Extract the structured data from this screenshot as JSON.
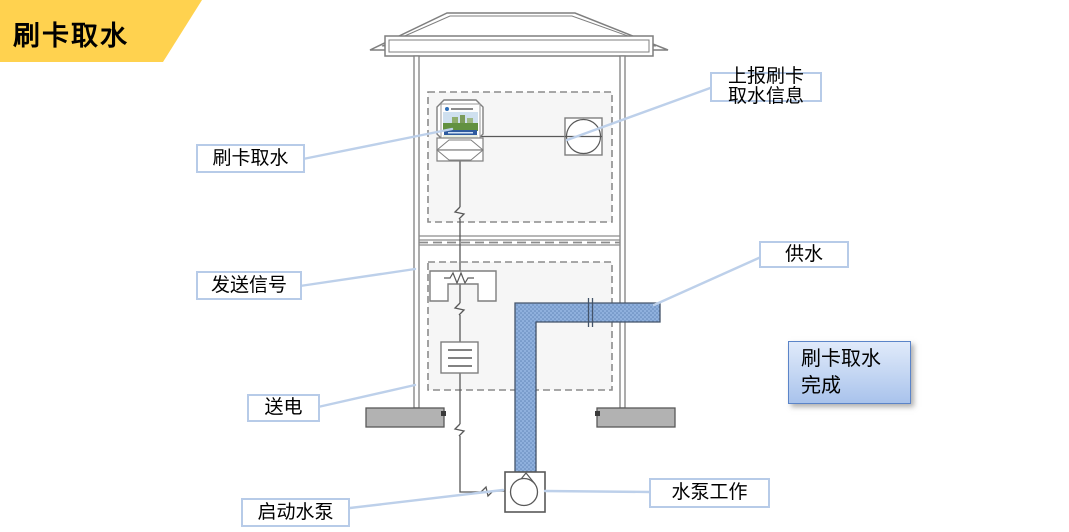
{
  "banner": {
    "title": "刷卡取水"
  },
  "diagram": {
    "callouts": [
      {
        "id": "swipe-card",
        "label": "刷卡取水"
      },
      {
        "id": "report-info",
        "label": "上报刷卡\n取水信息"
      },
      {
        "id": "send-signal",
        "label": "发送信号"
      },
      {
        "id": "water-supply",
        "label": "供水"
      },
      {
        "id": "power-on",
        "label": "送电"
      },
      {
        "id": "start-pump",
        "label": "启动水泵"
      },
      {
        "id": "pump-working",
        "label": "水泵工作"
      }
    ],
    "result_box": {
      "label": "刷卡取水\n完成"
    },
    "icons": [
      "card-reader-icon",
      "transmitter-icon",
      "relay-icon",
      "terminal-block-icon",
      "pump-icon",
      "water-pipe"
    ],
    "colors": {
      "banner_bg": "#FFD24F",
      "callout_border": "#B7CBE8",
      "leader_line": "#BDD0EA",
      "pipe_fill": "#8FB0DD",
      "pipe_dot": "#5E82B6",
      "result_border": "#5B84C8",
      "result_gradient_top": "#E0EAFA",
      "result_gradient_bottom": "#A9C3EC",
      "structure_stroke": "#7F7F7F",
      "footing_fill": "#B2B2B2"
    }
  }
}
